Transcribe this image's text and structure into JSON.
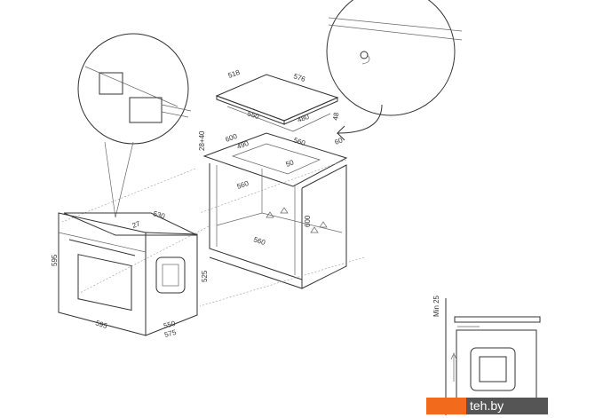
{
  "diagram": {
    "title": "Built-in oven and hob installation dimensions",
    "hob_dims": {
      "depth": "518",
      "width": "576",
      "cutout_depth": "550",
      "cutout_width": "480",
      "height": "48"
    },
    "cabinet_top_dims": {
      "depth": "600",
      "cutout": "490",
      "width": "560",
      "rear_gap": "60",
      "vent": "50",
      "worktop": "28+40"
    },
    "cabinet_dims": {
      "inner_depth": "560",
      "height": "600",
      "inner_width": "560"
    },
    "oven_dims": {
      "depth": "530",
      "cable": "27",
      "height": "595",
      "niche_height": "525",
      "width": "595",
      "body_width": "550",
      "total_width": "575"
    },
    "ventilation_detail": {
      "min_gap": "Min 25"
    },
    "watermark": "teh.by"
  }
}
